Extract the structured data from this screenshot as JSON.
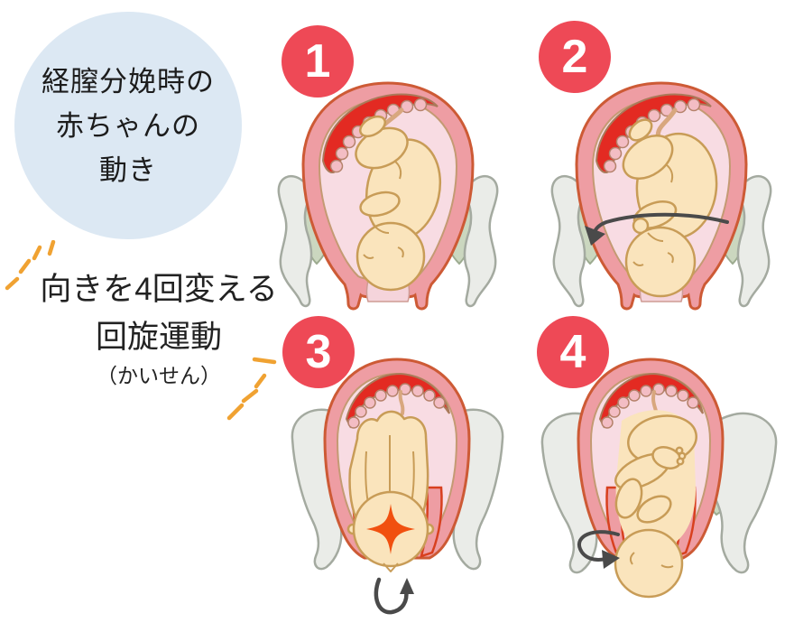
{
  "title_bubble": {
    "lines": [
      "経膣分娩時の",
      "赤ちゃんの",
      "動き"
    ]
  },
  "annotation": {
    "line1": "向きを4回変える",
    "line2": "回旋運動",
    "line3": "（かいせん）"
  },
  "steps": [
    {
      "number": "1",
      "illustration": "fetus-head-down-side-facing-in-uterus"
    },
    {
      "number": "2",
      "illustration": "fetus-descending-into-pelvis-with-rotation-arrow"
    },
    {
      "number": "3",
      "illustration": "fetus-back-view-head-crowning-with-fontanelle-star-and-turn-arrow"
    },
    {
      "number": "4",
      "illustration": "baby-head-emerged-turning-sideways-with-rotation-arrow"
    }
  ],
  "colors": {
    "badge_red": "#ee4956",
    "bubble_blue": "#dce8f3",
    "sparkle_orange": "#f0a232",
    "uterus_pink": "#ee9da3",
    "uterus_outline": "#cd5a35",
    "cavity_pink": "#f8dce3",
    "canal_pink": "#f5d4db",
    "placenta_red": "#e32a22",
    "scallop_pink": "#f3bdc4",
    "fetus_cream": "#fae4bc",
    "fetus_outline": "#c89c57",
    "pelvis_gray": "#eaece8",
    "pelvis_outline": "#a4aaa0",
    "pelvis_green": "#cbd7bf",
    "arrow_gray": "#4a4a4a",
    "star_orange": "#f1500f",
    "text_black": "#1c1c1c"
  }
}
